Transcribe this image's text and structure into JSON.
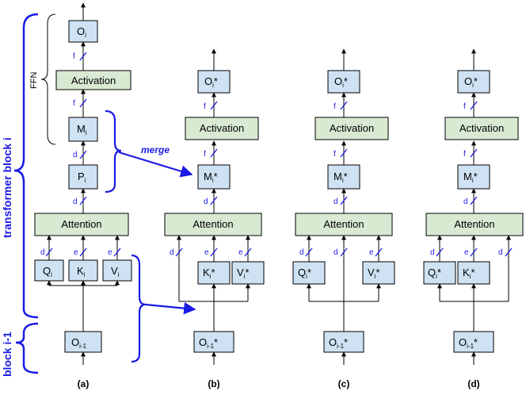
{
  "columns": [
    {
      "id": "a",
      "caption": "(a)",
      "top_out": "O",
      "top_out_sub": "i",
      "activation": "Activation",
      "mid": "M",
      "mid_sub": "i",
      "proj": "P",
      "proj_sub": "i",
      "attention": "Attention",
      "q": "Q",
      "q_sub": "i",
      "k": "K",
      "k_sub": "i",
      "v": "V",
      "v_sub": "i",
      "input": "O",
      "input_sub": "i-1"
    },
    {
      "id": "b",
      "caption": "(b)",
      "top_out": "O",
      "top_out_sub": "i",
      "top_out_star": "*",
      "activation": "Activation",
      "mid": "M",
      "mid_sub": "i",
      "mid_star": "*",
      "attention": "Attention",
      "k": "K",
      "k_sub": "i",
      "k_star": "*",
      "v": "V",
      "v_sub": "i",
      "v_star": "*",
      "input": "O",
      "input_sub": "i-1",
      "input_star": "*"
    },
    {
      "id": "c",
      "caption": "(c)",
      "top_out": "O",
      "top_out_sub": "i",
      "top_out_star": "*",
      "activation": "Activation",
      "mid": "M",
      "mid_sub": "i",
      "mid_star": "*",
      "attention": "Attention",
      "q": "Q",
      "q_sub": "i",
      "q_star": "*",
      "v": "V",
      "v_sub": "i",
      "v_star": "*",
      "input": "O",
      "input_sub": "i-1",
      "input_star": "*"
    },
    {
      "id": "d",
      "caption": "(d)",
      "top_out": "O",
      "top_out_sub": "i",
      "top_out_star": "*",
      "activation": "Activation",
      "mid": "M",
      "mid_sub": "i",
      "mid_star": "*",
      "attention": "Attention",
      "q": "Q",
      "q_sub": "i",
      "q_star": "*",
      "k": "K",
      "k_sub": "i",
      "k_star": "*",
      "input": "O",
      "input_sub": "i-1",
      "input_star": "*"
    }
  ],
  "dims": {
    "f": "f",
    "d": "d",
    "e": "e"
  },
  "labels": {
    "ffn": "FFN",
    "merge": "merge",
    "transformer_block": "transformer block i",
    "prev_block": "block i-1"
  },
  "colors": {
    "box_blue": "#cfe2f3",
    "box_green": "#d9ead3",
    "accent_blue": "#1a1ae6",
    "line": "#000000"
  }
}
